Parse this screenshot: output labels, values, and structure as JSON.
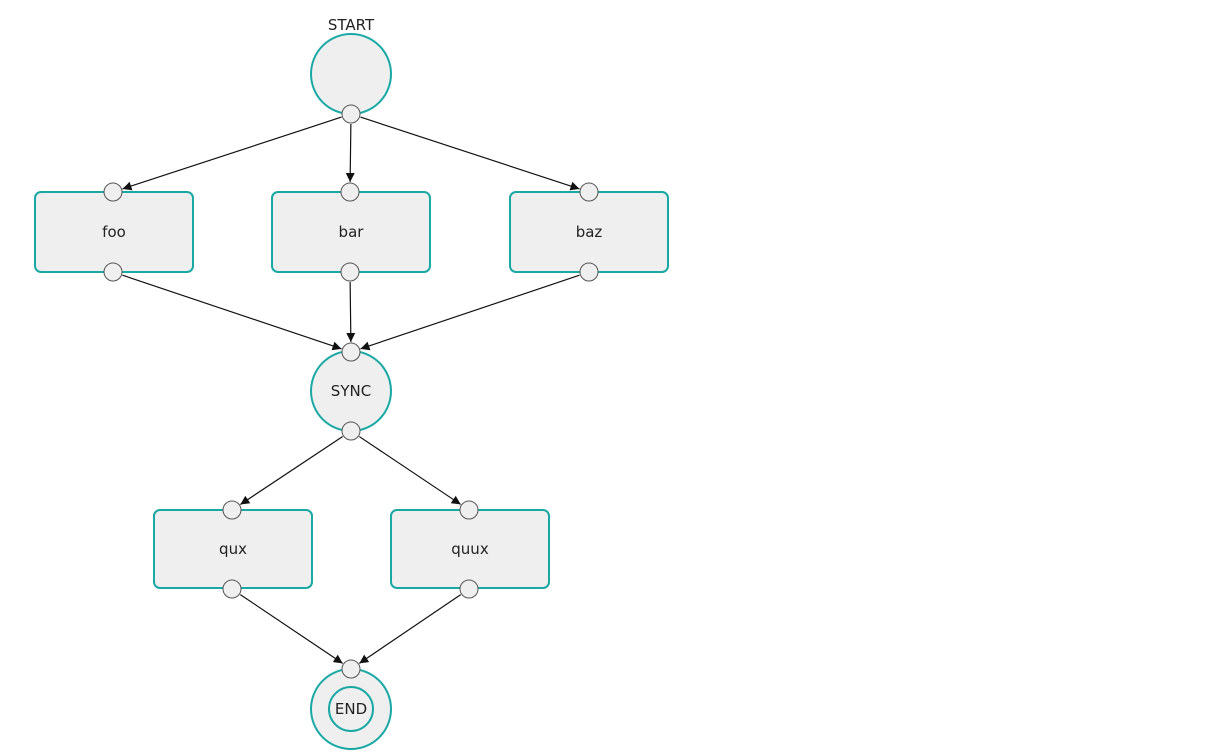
{
  "diagram": {
    "nodes": [
      {
        "id": "start",
        "kind": "start-circle",
        "label": "START"
      },
      {
        "id": "foo",
        "kind": "task",
        "label": "foo"
      },
      {
        "id": "bar",
        "kind": "task",
        "label": "bar"
      },
      {
        "id": "baz",
        "kind": "task",
        "label": "baz"
      },
      {
        "id": "sync",
        "kind": "sync-circle",
        "label": "SYNC"
      },
      {
        "id": "qux",
        "kind": "task",
        "label": "qux"
      },
      {
        "id": "quux",
        "kind": "task",
        "label": "quux"
      },
      {
        "id": "end",
        "kind": "end-double-circle",
        "label": "END"
      }
    ],
    "edges": [
      {
        "from": "start",
        "to": "foo"
      },
      {
        "from": "start",
        "to": "bar"
      },
      {
        "from": "start",
        "to": "baz"
      },
      {
        "from": "foo",
        "to": "sync"
      },
      {
        "from": "bar",
        "to": "sync"
      },
      {
        "from": "baz",
        "to": "sync"
      },
      {
        "from": "sync",
        "to": "qux"
      },
      {
        "from": "sync",
        "to": "quux"
      },
      {
        "from": "qux",
        "to": "end"
      },
      {
        "from": "quux",
        "to": "end"
      }
    ],
    "colors": {
      "node_border": "#1aa8a5",
      "node_fill": "#efefef",
      "edge": "#111111",
      "port_border": "#555555"
    }
  }
}
